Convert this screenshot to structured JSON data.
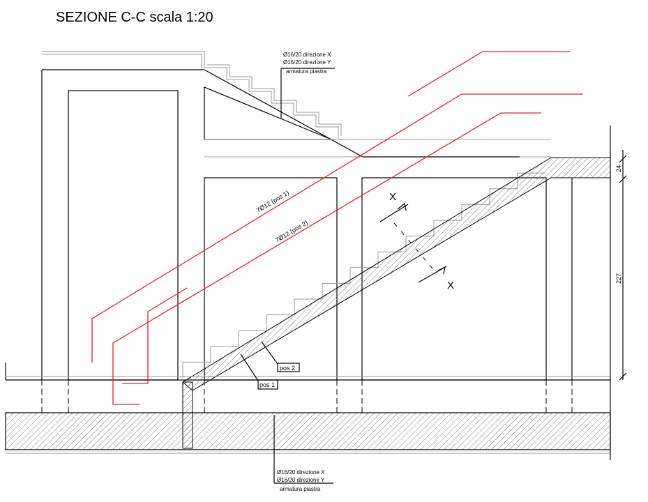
{
  "title": "SEZIONE C-C   scala 1:20",
  "top_note": {
    "line1": "Ø16/20 direzione X",
    "line2": "Ø16/20 direzione Y",
    "line3": "armatura piastra"
  },
  "bottom_note": {
    "line1": "Ø16/20 direzione X",
    "line2": "Ø16/20 direzione Y",
    "line3": "armatura piastra"
  },
  "rebar_labels": {
    "pos1": "7Ø12 (pos 1)",
    "pos2": "7Ø12 (pos 2)"
  },
  "tags": {
    "pos1": "pos 1",
    "pos2": "pos 2"
  },
  "section_marks": {
    "top": "X",
    "bottom": "X"
  },
  "dimensions": {
    "slab": "24",
    "height": "227"
  },
  "colors": {
    "line": "#000000",
    "rebar": "#e8202a",
    "outline": "#999999"
  }
}
